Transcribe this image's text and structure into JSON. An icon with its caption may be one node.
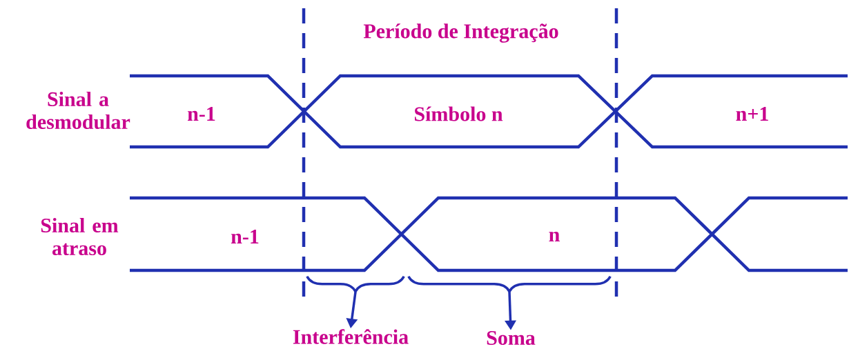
{
  "diagram": {
    "title": "Período de Integração",
    "nodes": [
      {
        "text": [],
        "shape": "brace"
      },
      {
        "text": [],
        "shape": "brace"
      },
      {
        "text": [
          "Interferência"
        ]
      },
      {
        "text": [
          "Soma"
        ]
      }
    ],
    "edges": [
      {
        "from": 0,
        "to": 2,
        "arrow": "to"
      },
      {
        "from": 1,
        "to": 3,
        "arrow": "to"
      }
    ],
    "labels": [
      "Sinal a desmodular",
      "n-1",
      "Símbolo n",
      "n+1",
      "Sinal em atraso",
      "n-1",
      "n"
    ]
  }
}
